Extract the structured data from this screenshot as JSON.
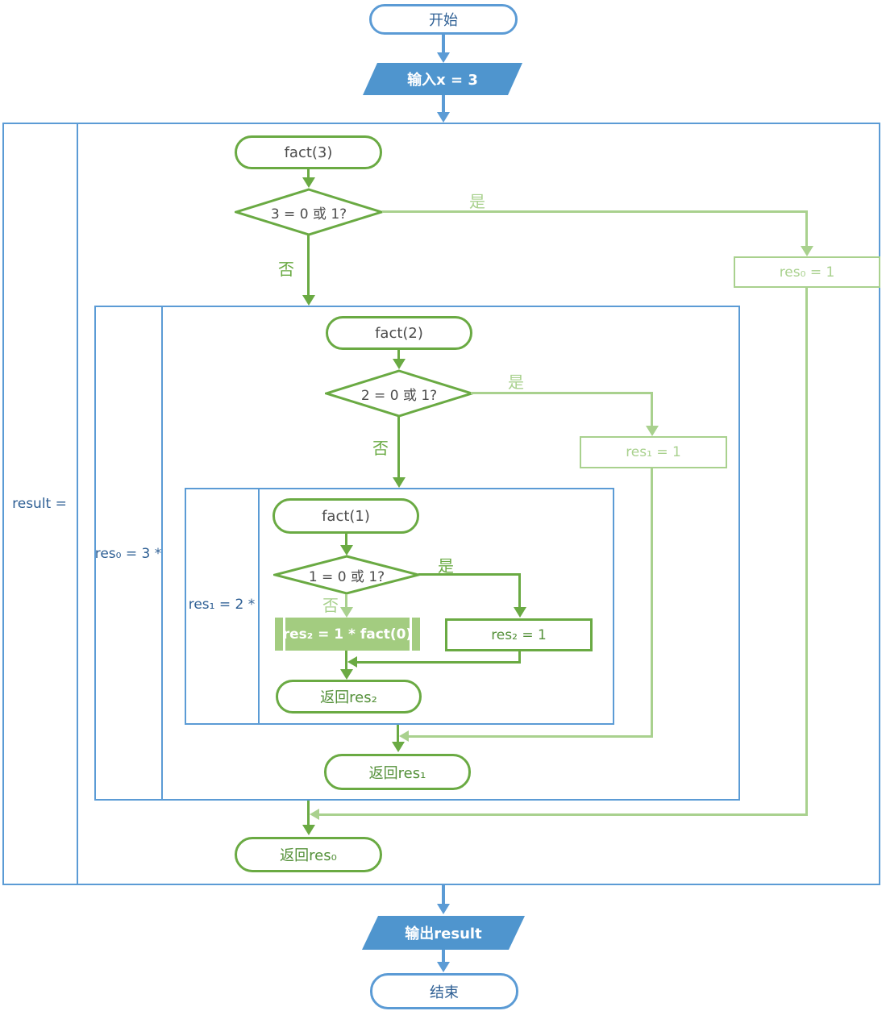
{
  "colors": {
    "blue_border": "#5b9bd5",
    "blue_fill": "#4f95ce",
    "blue_text": "#2e5f94",
    "green_dark": "#6aaa43",
    "green_light": "#a9d18e",
    "green_fill": "#a3cc80",
    "gray_text": "#4c4c4c"
  },
  "nodes": {
    "start": "开始",
    "input": "输入x = 3",
    "fact3": "fact(3)",
    "cond3": "3 = 0 或 1?",
    "res0_one": "res₀ = 1",
    "fact2": "fact(2)",
    "cond2": "2 = 0 或 1?",
    "res1_one": "res₁ = 1",
    "fact1": "fact(1)",
    "cond1": "1 = 0 或 1?",
    "res2_one": "res₂ = 1",
    "res2_recurse": "res₂ = 1 * fact(0)",
    "return_res2": "返回res₂",
    "return_res1": "返回res₁",
    "return_res0": "返回res₀",
    "output": "输出result",
    "end": "结束"
  },
  "frames": {
    "outer_label": "result =",
    "middle_label": "res₀ = 3 *",
    "inner_label": "res₁ = 2 *"
  },
  "branch": {
    "yes": "是",
    "no": "否"
  }
}
